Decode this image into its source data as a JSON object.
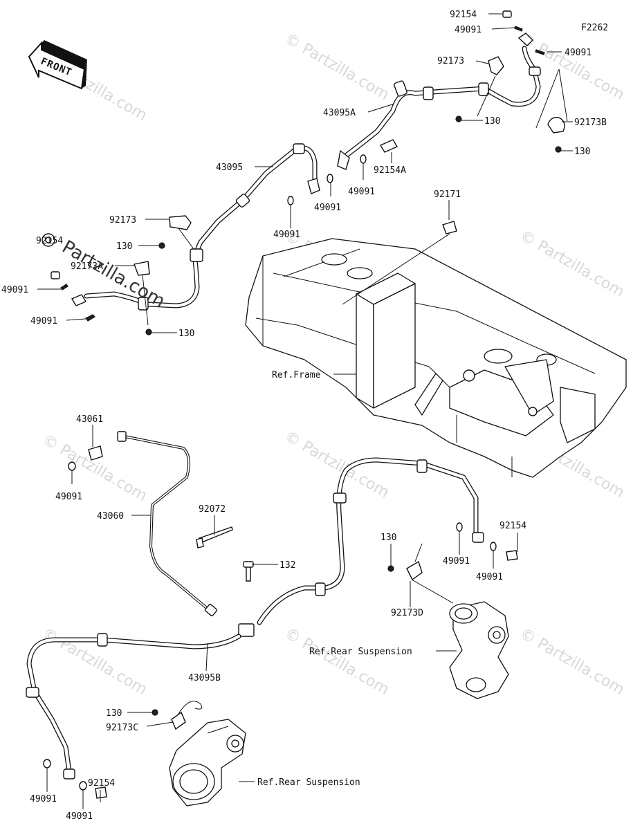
{
  "diagram": {
    "code": "F2262",
    "front_label": "FRONT",
    "watermark": "© Partzilla.com",
    "watermark_large": "Partzilla.com",
    "references": {
      "frame": "Ref.Frame",
      "rear_suspension_right": "Ref.Rear Suspension",
      "rear_suspension_left": "Ref.Rear Suspension"
    },
    "labels": {
      "l_92154_top": "92154",
      "l_49091_top": "49091",
      "l_49091_top_r": "49091",
      "l_92173_top": "92173",
      "l_43095A": "43095A",
      "l_130_top": "130",
      "l_92173B": "92173B",
      "l_130_b": "130",
      "l_43095": "43095",
      "l_92154A": "92154A",
      "l_49091_mid1": "49091",
      "l_49091_mid2": "49091",
      "l_49091_mid3": "49091",
      "l_92171": "92171",
      "l_92173_mid": "92173",
      "l_130_mid": "130",
      "l_92154_left": "92154",
      "l_92173A": "92173A",
      "l_49091_left1": "49091",
      "l_49091_left2": "49091",
      "l_130_left": "130",
      "l_43061": "43061",
      "l_49091_43061": "49091",
      "l_92072": "92072",
      "l_43060": "43060",
      "l_132": "132",
      "l_130_right": "130",
      "l_49091_right1": "49091",
      "l_92154_right": "92154",
      "l_49091_right2": "49091",
      "l_92173D": "92173D",
      "l_43095B": "43095B",
      "l_130_low": "130",
      "l_92173C": "92173C",
      "l_92154_bot": "92154",
      "l_49091_bot1": "49091",
      "l_49091_bot2": "49091"
    }
  }
}
